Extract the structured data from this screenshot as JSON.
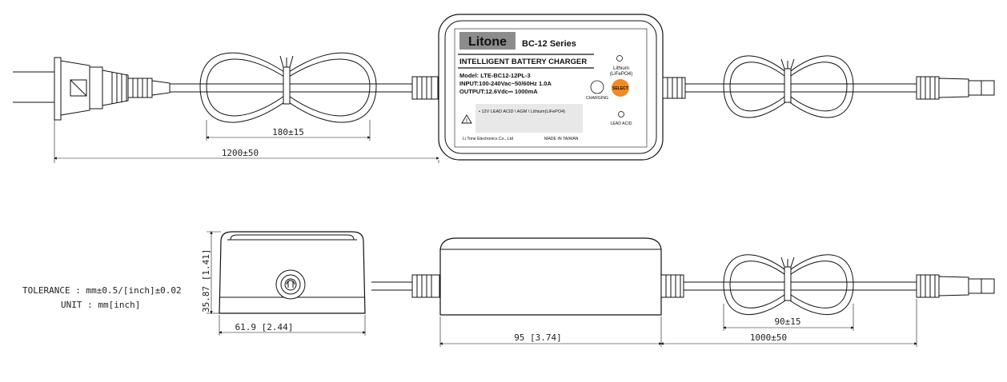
{
  "product": {
    "brand": "Litone",
    "series": "BC-12 Series",
    "headline": "INTELLIGENT BATTERY CHARGER",
    "model": "Model: LTE-BC12-12PL-3",
    "input": "INPUT:100-240Vac~50/60Hz 1.0A",
    "output": "OUTPUT:12.6Vdc⎓ 1000mA",
    "modes": "• 12V LEAD ACID \\ AGM \\ Lithium(LiFePO4)",
    "company": "Li Tone Electronics Co., Ltd",
    "origin": "MADE IN TAIWAN",
    "charging_label": "CHARGING",
    "select_label": "SELECT",
    "lithium_label_1": "Lithium",
    "lithium_label_2": "(LiFePO4)",
    "lead_acid_label": "LEAD ACID"
  },
  "dimensions": {
    "ac_cord_loop": "180±15",
    "ac_cord_total": "1200±50",
    "side_height": "35.87 [1.41]",
    "side_width": "61.9 [2.44]",
    "body_length": "95 [3.74]",
    "dc_cord_loop": "90±15",
    "dc_cord_total": "1000±50"
  },
  "notes": {
    "tolerance": "TOLERANCE : mm±0.5/[inch]±0.02",
    "unit": "UNIT : mm[inch]"
  },
  "colors": {
    "select_button": "#f08a24",
    "line": "#111111"
  }
}
